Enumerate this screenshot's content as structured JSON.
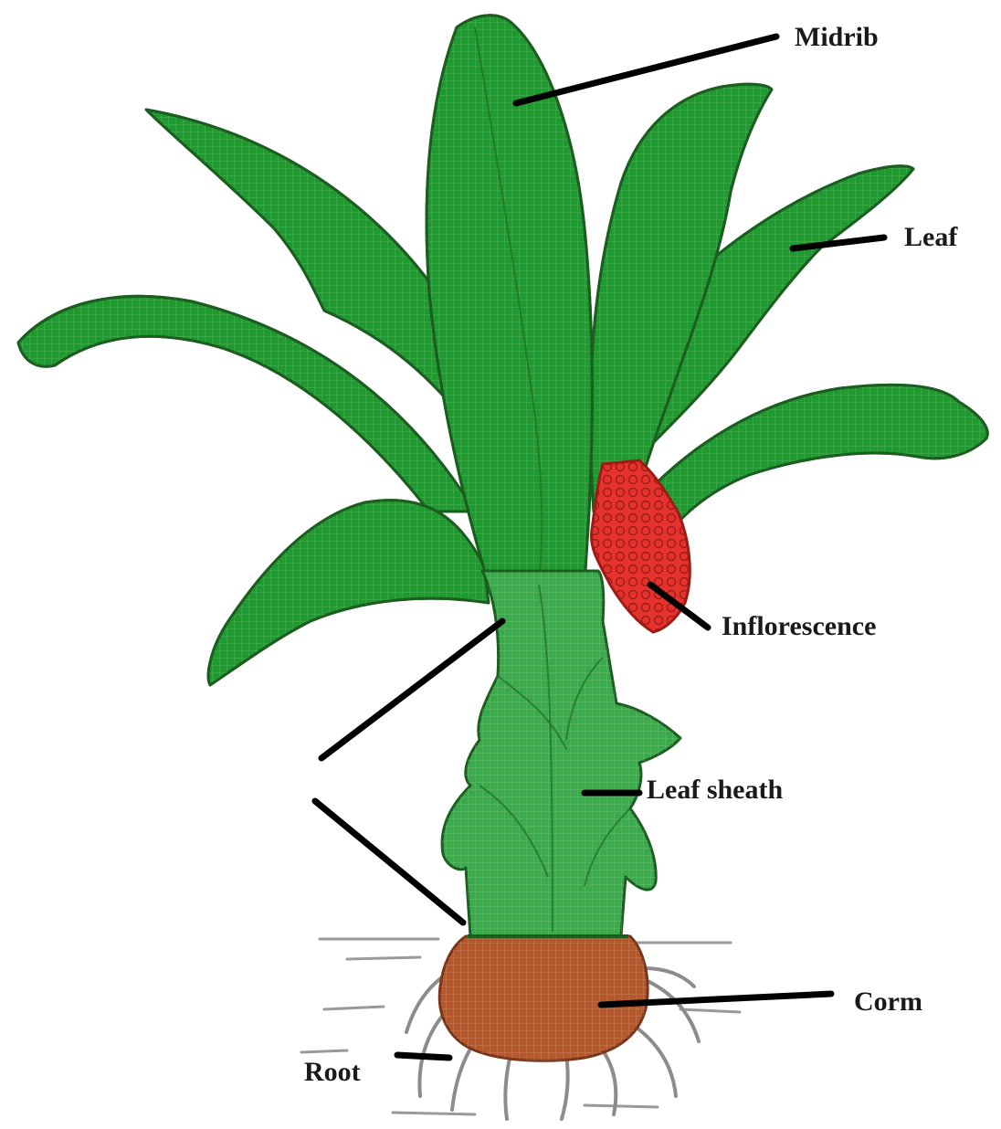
{
  "colors": {
    "leaf": "#1e9a2e",
    "leaf_sheath": "#3aaa4a",
    "inflorescence": "#e5322d",
    "corm": "#b5582c",
    "root": "#8c8c8c",
    "leader": "#000000"
  },
  "labels": {
    "midrib": "Midrib",
    "leaf": "Leaf",
    "inflorescence": "Inflorescence",
    "leaf_sheath": "Leaf sheath",
    "corm": "Corm",
    "root": "Root"
  }
}
